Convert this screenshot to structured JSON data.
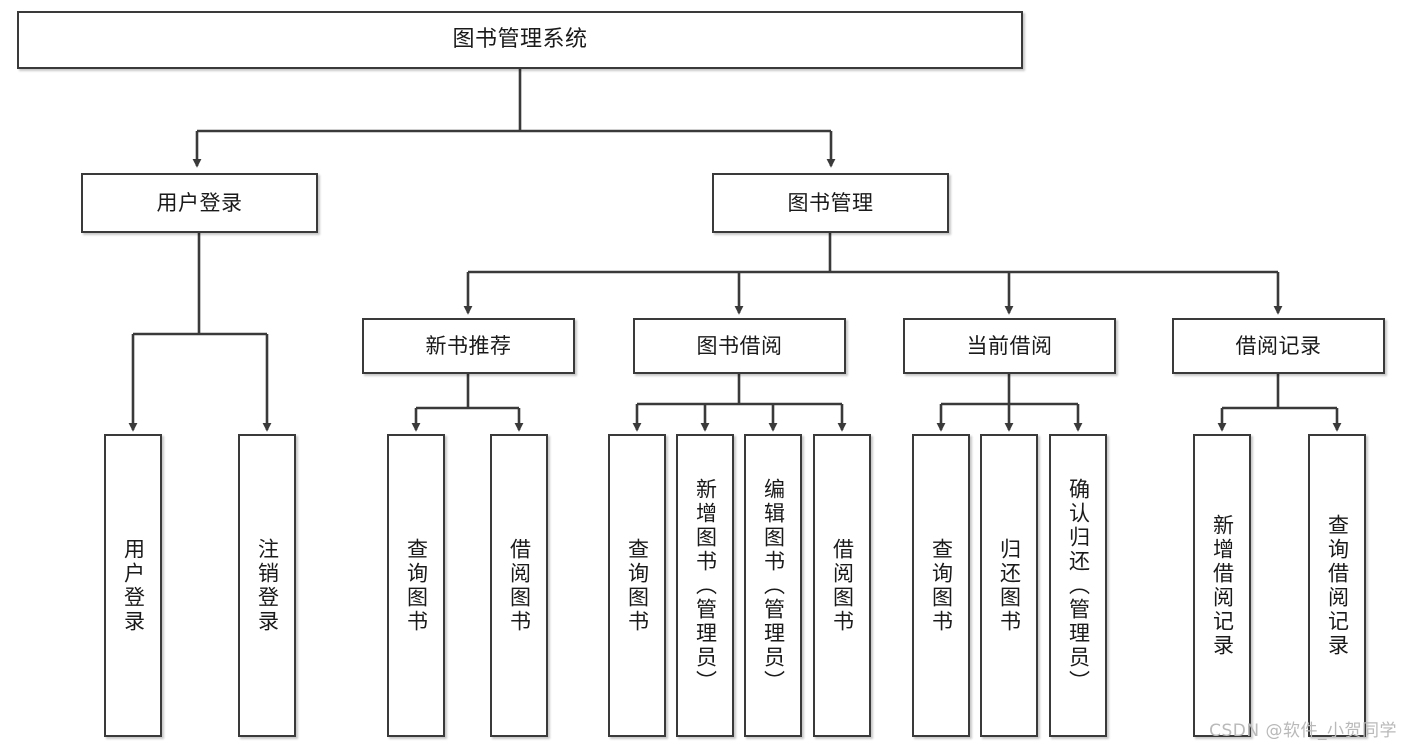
{
  "diagram": {
    "title": "图书管理系统",
    "type": "tree",
    "watermark": "CSDN @软件_小贺同学",
    "colors": {
      "box_border": "#3a3a3a",
      "box_fill": "#ffffff",
      "edge": "#3a3a3a",
      "text": "#1a1a1a",
      "watermark": "#b9b9b9",
      "background": "#ffffff"
    },
    "levels": {
      "root": "图书管理系统",
      "level2": [
        "用户登录",
        "图书管理"
      ],
      "level3": [
        "新书推荐",
        "图书借阅",
        "当前借阅",
        "借阅记录"
      ],
      "leaves": [
        "用户登录",
        "注销登录",
        "查询图书",
        "借阅图书",
        "查询图书",
        "新增图书（管理员）",
        "编辑图书（管理员）",
        "借阅图书",
        "查询图书",
        "归还图书",
        "确认归还（管理员）",
        "新增借阅记录",
        "查询借阅记录"
      ]
    },
    "nodes": {
      "root": {
        "label": "图书管理系统"
      },
      "user_login": {
        "label": "用户登录"
      },
      "book_manage": {
        "label": "图书管理"
      },
      "new_book_rec": {
        "label": "新书推荐"
      },
      "book_borrow": {
        "label": "图书借阅"
      },
      "current_borrow": {
        "label": "当前借阅"
      },
      "borrow_record": {
        "label": "借阅记录"
      },
      "leaf_user_login": {
        "label": "用户登录"
      },
      "leaf_logout": {
        "label": "注销登录"
      },
      "leaf_query_book_1": {
        "label": "查询图书"
      },
      "leaf_borrow_book_1": {
        "label": "借阅图书"
      },
      "leaf_query_book_2": {
        "label": "查询图书"
      },
      "leaf_add_book": {
        "label": "新增图书（管理员）"
      },
      "leaf_edit_book": {
        "label": "编辑图书（管理员）"
      },
      "leaf_borrow_book_2": {
        "label": "借阅图书"
      },
      "leaf_query_book_3": {
        "label": "查询图书"
      },
      "leaf_return_book": {
        "label": "归还图书"
      },
      "leaf_confirm_return": {
        "label": "确认归还（管理员）"
      },
      "leaf_add_record": {
        "label": "新增借阅记录"
      },
      "leaf_query_record": {
        "label": "查询借阅记录"
      }
    },
    "edges": [
      {
        "from": "root",
        "to": "user_login"
      },
      {
        "from": "root",
        "to": "book_manage"
      },
      {
        "from": "user_login",
        "to": "leaf_user_login"
      },
      {
        "from": "user_login",
        "to": "leaf_logout"
      },
      {
        "from": "book_manage",
        "to": "new_book_rec"
      },
      {
        "from": "book_manage",
        "to": "book_borrow"
      },
      {
        "from": "book_manage",
        "to": "current_borrow"
      },
      {
        "from": "book_manage",
        "to": "borrow_record"
      },
      {
        "from": "new_book_rec",
        "to": "leaf_query_book_1"
      },
      {
        "from": "new_book_rec",
        "to": "leaf_borrow_book_1"
      },
      {
        "from": "book_borrow",
        "to": "leaf_query_book_2"
      },
      {
        "from": "book_borrow",
        "to": "leaf_add_book"
      },
      {
        "from": "book_borrow",
        "to": "leaf_edit_book"
      },
      {
        "from": "book_borrow",
        "to": "leaf_borrow_book_2"
      },
      {
        "from": "current_borrow",
        "to": "leaf_query_book_3"
      },
      {
        "from": "current_borrow",
        "to": "leaf_return_book"
      },
      {
        "from": "current_borrow",
        "to": "leaf_confirm_return"
      },
      {
        "from": "borrow_record",
        "to": "leaf_add_record"
      },
      {
        "from": "borrow_record",
        "to": "leaf_query_record"
      }
    ]
  }
}
